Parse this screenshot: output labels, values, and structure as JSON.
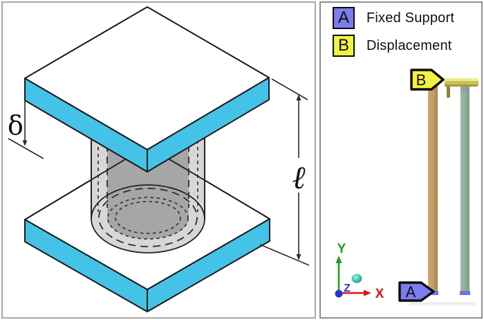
{
  "figure": {
    "left_panel": {
      "delta_symbol": "δ",
      "length_symbol": "ℓ"
    },
    "right_panel": {
      "legend": [
        {
          "key": "A",
          "label": "Fixed Support",
          "box_color": "#7c7cee"
        },
        {
          "key": "B",
          "label": "Displacement",
          "box_color": "#f2f23f"
        }
      ],
      "model_flags": {
        "displacement": "B",
        "fixed_support": "A"
      },
      "triad": {
        "x_label": "X",
        "y_label": "Y",
        "z_label": "Z",
        "x_color": "#e01010",
        "y_color": "#18a018",
        "z_color": "#2a35c8"
      }
    },
    "colors": {
      "plate_face_cyan": "#45c2e8",
      "tube_wall": "#d7d7d7",
      "tube_interior": "#a6a6a6",
      "bar_left_tan": "#c49b64",
      "bar_right_teal": "#90ad9b",
      "top_beam_yellow": "#c8c05c",
      "support_cap_purple": "#7273d8"
    }
  }
}
